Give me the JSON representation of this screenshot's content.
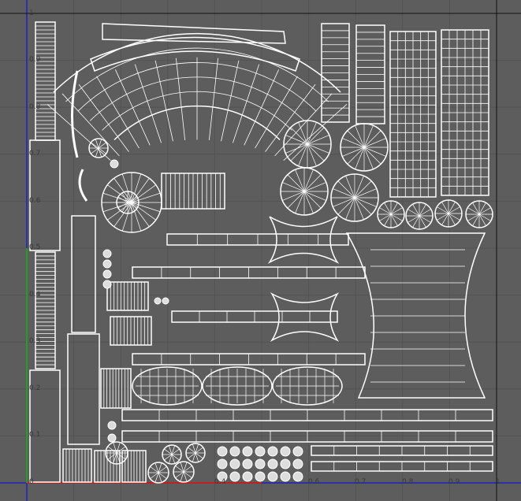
{
  "editor": {
    "background": "#5d5d5d",
    "grid_color": "#535353",
    "wire_color": "#ffffff",
    "u_axis_color": "#c02020",
    "v_axis_color": "#20a020",
    "border_axis_color": "#2020c0",
    "v_labels": [
      "1",
      "0.9",
      "0.8",
      "0.7",
      "0.6",
      "0.5",
      "0.4",
      "0.3",
      "0.2",
      "0.1",
      "0"
    ],
    "u_labels": [
      "0.4",
      "0.6",
      "0.7",
      "0.8",
      "0.9",
      "1"
    ]
  }
}
